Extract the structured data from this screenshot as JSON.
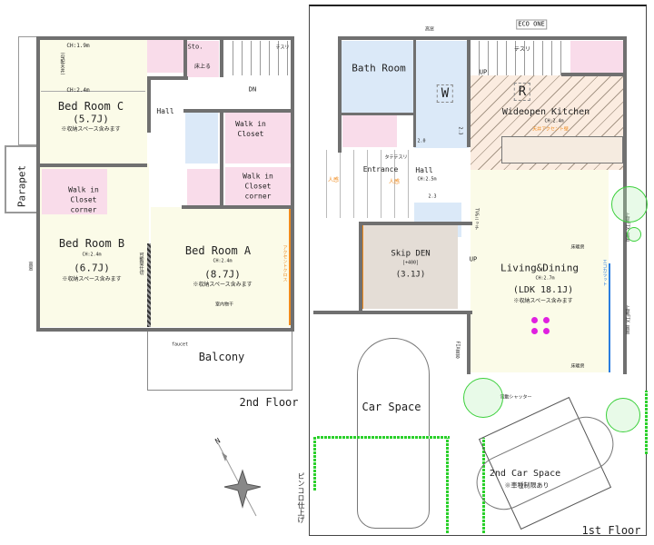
{
  "second_floor": {
    "label": "2nd Floor",
    "bedroom_c": {
      "name": "Bed Room C",
      "size": "(5.7J)",
      "note": "※収納スペース含みます",
      "ch_low": "CH:1.9m",
      "ch_high": "CH:2.4m",
      "slope": "(勾配天井)"
    },
    "bedroom_b": {
      "name": "Bed Room B",
      "ch": "CH:2.4m",
      "size": "(6.7J)",
      "note": "※収納スペース含みます"
    },
    "bedroom_a": {
      "name": "Bed Room A",
      "ch": "CH:2.4m",
      "size": "(8.7J)",
      "note": "※収納スペース含みます",
      "drying": "室内物干",
      "accent": "アクセントクロス"
    },
    "hall": "Hall",
    "storage": {
      "name": "Sto.",
      "note": "床上る"
    },
    "stairs": {
      "dn": "DN",
      "rail": "テスリ"
    },
    "walk_in_closet": "Walk in Closet",
    "closet_corner_a": "Walk in Closet corner",
    "closet_corner_b": "Walk in Closet corner",
    "partition": "可動間仕切",
    "high_window": "高窓",
    "parapet": "Parapet",
    "faucet": "faucet",
    "balcony": "Balcony"
  },
  "first_floor": {
    "label": "1st Floor",
    "high_window": "高窓",
    "eco_one": "ECO ONE",
    "bath_room": "Bath Room",
    "washer": "W",
    "fridge": "R",
    "kitchen": {
      "name": "Wideopen Kitchen",
      "ch": "CH:2.4m",
      "accent": "天井アクセント壁"
    },
    "stairs": {
      "up": "UP",
      "rail": "テスリ"
    },
    "entrance": {
      "name": "Entrance",
      "rail": "タテテスリ",
      "sensor1": "人感",
      "sensor2": "人感"
    },
    "hall": {
      "name": "Hall",
      "ch": "CH:2.5m"
    },
    "dims": [
      "2.0",
      "2.3",
      "2.3"
    ],
    "skip_den": {
      "name": "Skip DEN",
      "level": "[+400]",
      "size": "(3.1J)",
      "up": "UP",
      "tv": "TV&ニッチ"
    },
    "living": {
      "name": "Living&Dining",
      "ch": "CH:2.7m",
      "size": "(LDK 18.1J)",
      "note": "※収納スペース含みます",
      "floor_heat1": "床暖房",
      "floor_heat2": "床暖房",
      "ecocarat": "エコカラット"
    },
    "fix_window_1": "上部FIX 高窓",
    "fix_window_2": "上部FIX 高窓",
    "fix_window_3": "FIX高窓",
    "shutter": "電動シャッター",
    "car_space": "Car Space",
    "car_space_2": {
      "name": "2nd Car Space",
      "note": "※車種制限あり"
    },
    "paving": "ピンコロ仕上げ"
  },
  "compass": "N",
  "colors": {
    "wall": "#707070",
    "bedroom": "#fbfbe8",
    "closet": "#f9dcea",
    "wet": "#dbe9f8",
    "accent": "#f08a1c",
    "planting": "#2bd02b",
    "light": "#e020e0",
    "downlight": "#2a7de0"
  }
}
